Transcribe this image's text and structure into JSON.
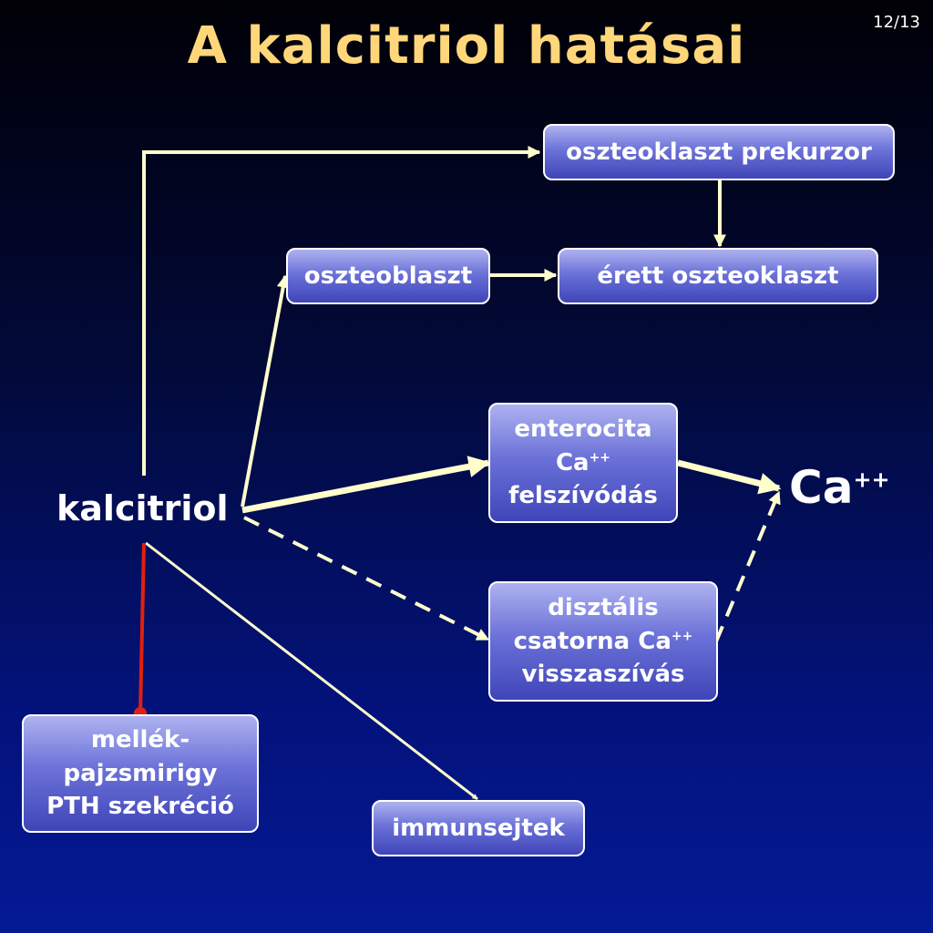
{
  "title": "A kalcitriol hatásai",
  "page_number": "12/13",
  "nodes": {
    "kalcitriol": "kalcitriol",
    "osteoclast_precursor": "oszteoklaszt prekurzor",
    "osteoblast": "oszteoblaszt",
    "mature_osteoclast": "érett oszteoklaszt",
    "enterocyte": {
      "line1": "enterocita",
      "line2": "Ca",
      "line2_sup": "++",
      "line3": "felszívódás"
    },
    "distal": {
      "line1": "disztális",
      "line2": "csatorna Ca",
      "line2_sup": "++",
      "line3": "visszaszívás"
    },
    "parathyroid": {
      "line1": "mellék-",
      "line2": "pajzsmirigy",
      "line3": "PTH szekréció"
    },
    "immune": "immunsejtek",
    "calcium": {
      "text": "Ca",
      "sup": "++"
    }
  },
  "colors": {
    "title": "#ffd77a",
    "arrow": "#ffffcc",
    "inhibition": "#e02010",
    "box_border": "#ffffff"
  }
}
